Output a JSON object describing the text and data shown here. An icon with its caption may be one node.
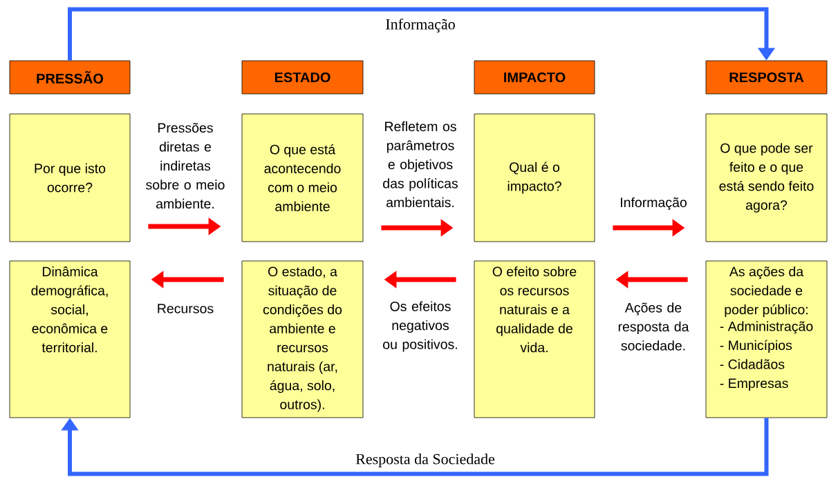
{
  "diagram": {
    "nodes": [
      {
        "text": [
          "PRESSÃO"
        ]
      },
      {
        "text": [
          "ESTADO"
        ]
      },
      {
        "text": [
          "IMPACTO"
        ]
      },
      {
        "text": [
          "RESPOSTA"
        ]
      },
      {
        "text": [
          "Por que isto ocorre?"
        ]
      },
      {
        "text": [
          "O que está acontecendo com o meio ambiente"
        ]
      },
      {
        "text": [
          "Qual é o impacto?"
        ]
      },
      {
        "text": [
          "O que pode ser feito e o que está sendo feito agora?"
        ]
      },
      {
        "text": [
          "Dinâmica demográfica, social, econômica e territorial."
        ]
      },
      {
        "text": [
          "O estado, a situação de condições do ambiente e recursos naturais (ar, água, solo, outros)."
        ]
      },
      {
        "text": [
          "O efeito sobre os recursos naturais e a qualidade de vida."
        ]
      },
      {
        "text": [
          "As ações da sociedade e poder público:",
          "- Administração",
          "- Municípios",
          "- Cidadãos",
          "- Empresas"
        ]
      }
    ],
    "edges": [
      {
        "from": 0,
        "to": 3,
        "arrow": "to",
        "label": "Informação",
        "color": "#3366ff"
      },
      {
        "from": 4,
        "to": 5,
        "arrow": "to",
        "label": "Pressões diretas e indiretas sobre o meio ambiente."
      },
      {
        "from": 5,
        "to": 6,
        "arrow": "to",
        "label": "Refletem os parâmetros e objetivos das políticas ambientais."
      },
      {
        "from": 6,
        "to": 7,
        "arrow": "to",
        "label": "Informação"
      },
      {
        "from": 9,
        "to": 8,
        "arrow": "to",
        "label": "Recursos"
      },
      {
        "from": 10,
        "to": 9,
        "arrow": "to",
        "label": "Os efeitos negativos ou positivos."
      },
      {
        "from": 11,
        "to": 10,
        "arrow": "to",
        "label": "Ações de resposta da sociedade."
      },
      {
        "from": 11,
        "to": 8,
        "arrow": "to",
        "label": "Resposta da Sociedade",
        "color": "#3366ff"
      }
    ]
  }
}
